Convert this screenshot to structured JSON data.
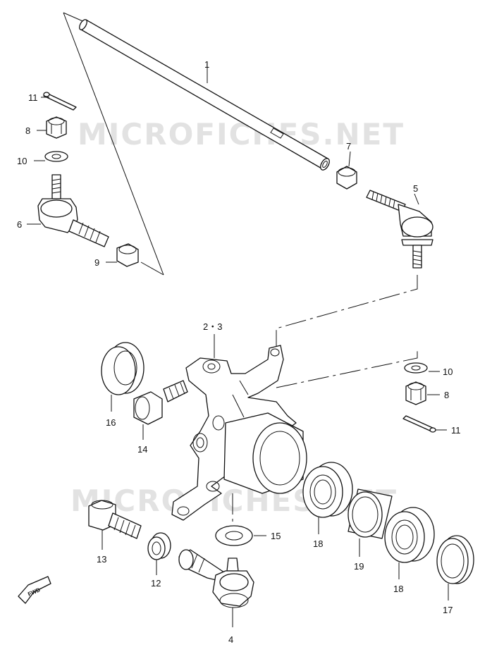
{
  "watermark": {
    "text": "MICROFICHES.NET"
  },
  "fwd_badge": {
    "text": "FWD"
  },
  "callouts": {
    "c1": "1",
    "c23": "2・3",
    "c4": "4",
    "c5": "5",
    "c6": "6",
    "c7": "7",
    "c8a": "8",
    "c8b": "8",
    "c9": "9",
    "c10a": "10",
    "c10b": "10",
    "c11a": "11",
    "c11b": "11",
    "c12": "12",
    "c13": "13",
    "c14": "14",
    "c15": "15",
    "c16": "16",
    "c17": "17",
    "c18a": "18",
    "c18b": "18",
    "c19": "19"
  }
}
